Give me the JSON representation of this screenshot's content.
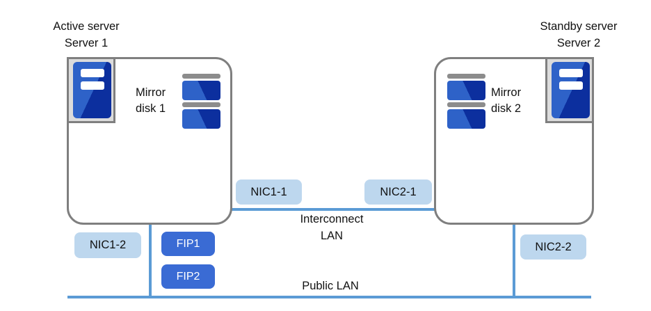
{
  "servers": [
    {
      "role": "Active server",
      "name": "Server 1",
      "mirror_disk": {
        "line1": "Mirror",
        "line2": "disk 1"
      },
      "nic_top": "NIC1-1",
      "nic_bottom": "NIC1-2"
    },
    {
      "role": "Standby server",
      "name": "Server 2",
      "mirror_disk": {
        "line1": "Mirror",
        "line2": "disk 2"
      },
      "nic_top": "NIC2-1",
      "nic_bottom": "NIC2-2"
    }
  ],
  "fips": [
    {
      "label": "FIP1"
    },
    {
      "label": "FIP2"
    }
  ],
  "networks": {
    "interconnect": {
      "line1": "Interconnect",
      "line2": "LAN"
    },
    "public": {
      "label": "Public LAN"
    }
  },
  "icons": {
    "server": "server-icon",
    "mirror_disk": "mirror-disk-icon"
  },
  "colors": {
    "nic_badge_fill": "#BDD7EE",
    "fip_badge_fill": "#3A6BD4",
    "lan_line": "#5B9BD5",
    "box_border": "#7F7F7F",
    "icon_frame_fill": "#DCDCDC",
    "icon_blue_light": "#2E62C8",
    "icon_blue_dark": "#0C2F9E",
    "disk_cap_gray": "#8C8C8C"
  }
}
